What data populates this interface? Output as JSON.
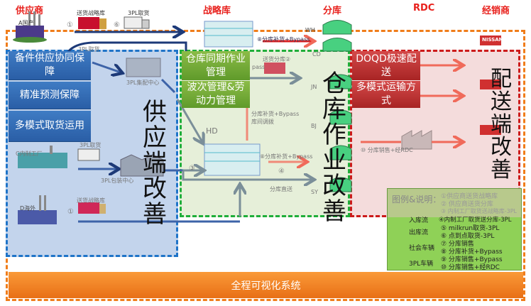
{
  "columns": [
    "供应商",
    "战略库",
    "分库",
    "RDC",
    "经销商"
  ],
  "suppliers": {
    "a": "A国产",
    "c": "C内制工厂",
    "d": "D海外"
  },
  "route_labels": {
    "deliver_strategic": "送货战略库",
    "pickup_3pl": "3PL取货",
    "pickup_3pl_2": "3PL取货",
    "pickup_3pl_3": "3PL取货",
    "deliver_strategic_2": "送货战略库",
    "hub_3pl": "3PL集配中心",
    "pack_3pl": "3PL包装中心",
    "wh": "WH",
    "cd": "CD",
    "jn": "JN",
    "bj": "BJ",
    "sy": "SY",
    "hd": "HD",
    "replenish_top": "⑧分库补货+Bypass",
    "deliver_branch": "送货分库②",
    "bypass_short": "pass",
    "replenish_mid": "分库补货+Bypass",
    "transfer": "库间调拨",
    "replenish_hd": "⑧分库补货+Bypass",
    "direct": "分库直送",
    "rdc_sale": "⑩ 分库销售+经RDC",
    "dealer_sign": "NISSAN",
    "n1": "①",
    "n6": "⑥",
    "n1b": "①",
    "n3": "③",
    "n4": "④"
  },
  "supply_cards": [
    "备件供应协同保障",
    "精准预测保障",
    "多模式取货运用"
  ],
  "warehouse_cards": [
    "仓库同期作业管理",
    "波次管理&劳动力管理"
  ],
  "delivery_cards": [
    "DOQD极速配送",
    "多模式运输方式"
  ],
  "zone_titles": {
    "supply": "供应端改善",
    "warehouse": "仓库作业改善",
    "delivery": "配送端改善"
  },
  "legend": {
    "title": "图例&说明：",
    "keys": [
      "入库流",
      "出库流",
      "社会车辆",
      "3PL车辆"
    ],
    "items": [
      "①供应商送货战略库",
      "② 供应商送货分库",
      "③ 内制工厂取货送战略库-3PL",
      "④内制工厂取货送分库-3PL",
      "⑤ milkrun取货-3PL",
      "⑥ 点到点取货-3PL",
      "⑦ 分库销售",
      "⑧ 分库补货+Bypass",
      "⑨ 分库销售+Bypass",
      "⑩ 分库销售+经RDC"
    ]
  },
  "bottom_bar": "全程可视化系统",
  "colors": {
    "orange": "#f07d1a",
    "blue": "#1f74c8",
    "green": "#1fae3a",
    "red": "#cc1b1b"
  }
}
